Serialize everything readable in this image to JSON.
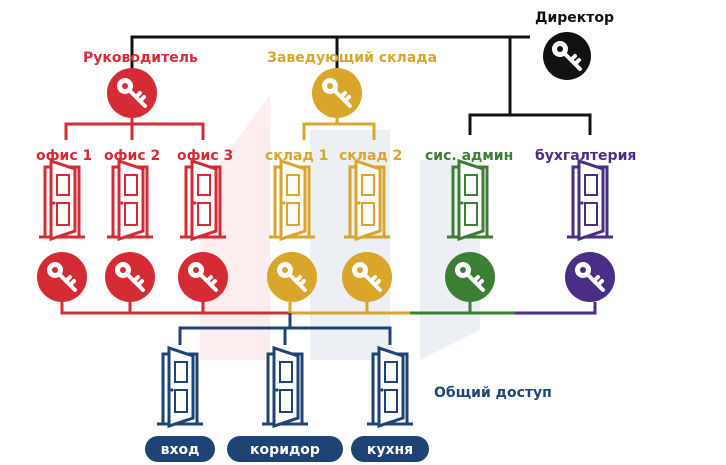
{
  "colors": {
    "red": "#d52b35",
    "gold": "#d9a52a",
    "green": "#3c7f34",
    "purple": "#4a2e85",
    "navy": "#1f4374",
    "black": "#111111"
  },
  "director": {
    "label": "Директор",
    "icon": "key-icon"
  },
  "manager": {
    "label": "Руководитель",
    "icon": "key-icon"
  },
  "warehouse_head": {
    "label": "Заведующий склада",
    "icon": "key-icon"
  },
  "rooms": [
    {
      "label": "офис 1",
      "group": "red",
      "icon": "door-icon"
    },
    {
      "label": "офис 2",
      "group": "red",
      "icon": "door-icon"
    },
    {
      "label": "офис 3",
      "group": "red",
      "icon": "door-icon"
    },
    {
      "label": "склад 1",
      "group": "gold",
      "icon": "door-icon"
    },
    {
      "label": "склад 2",
      "group": "gold",
      "icon": "door-icon"
    },
    {
      "label": "сис. админ",
      "group": "green",
      "icon": "door-icon"
    },
    {
      "label": "бухгалтерия",
      "group": "purple",
      "icon": "door-icon"
    }
  ],
  "common_access": {
    "label": "Общий доступ",
    "doors": [
      {
        "label": "вход",
        "icon": "door-icon"
      },
      {
        "label": "коридор",
        "icon": "door-icon"
      },
      {
        "label": "кухня",
        "icon": "door-icon"
      }
    ]
  }
}
